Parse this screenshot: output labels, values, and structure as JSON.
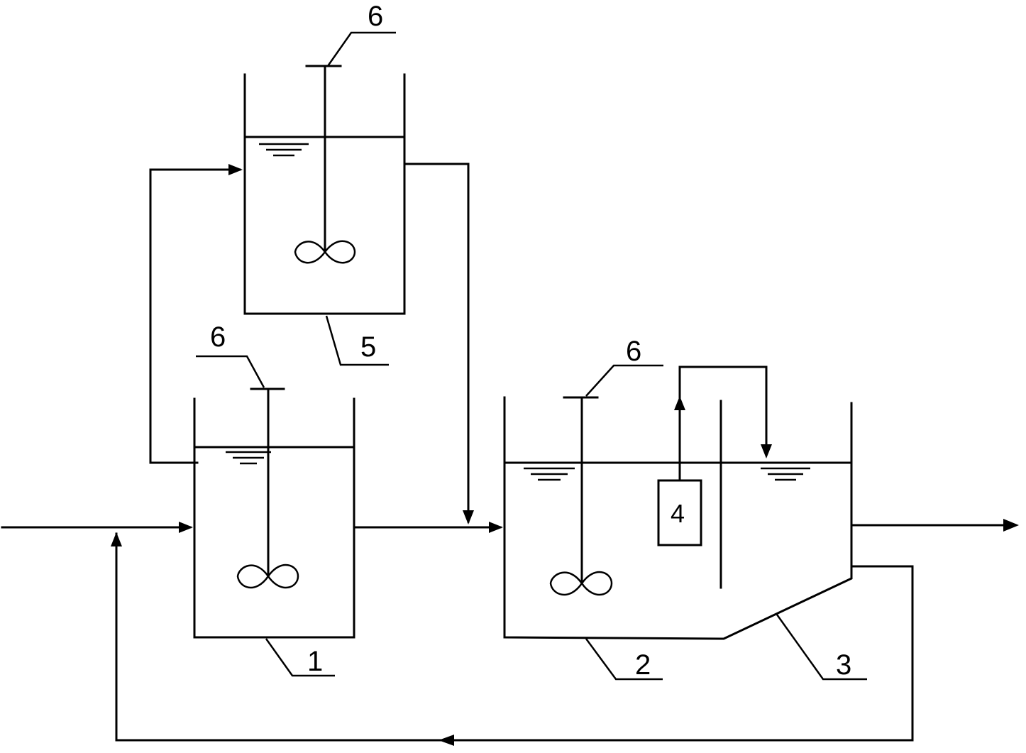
{
  "labels": {
    "tank_1": "1",
    "tank_2": "2",
    "sludge_hopper_3": "3",
    "unit_4": "4",
    "tank_5": "5",
    "stirrer_6_top": "6",
    "stirrer_6_left": "6",
    "stirrer_6_right": "6"
  },
  "colors": {
    "stroke": "#000000",
    "background": "#ffffff"
  }
}
